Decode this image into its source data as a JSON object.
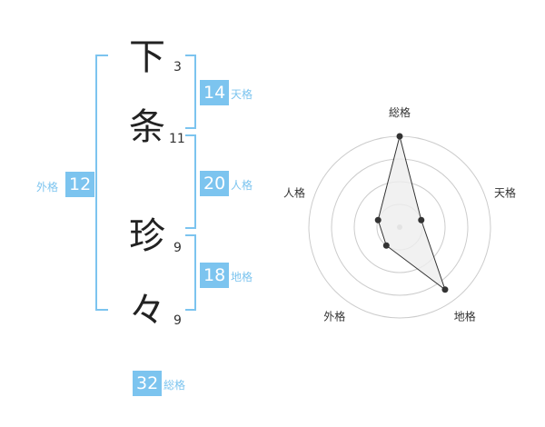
{
  "name": {
    "chars": [
      {
        "char": "下",
        "strokes": "3"
      },
      {
        "char": "条",
        "strokes": "11"
      },
      {
        "char": "珍",
        "strokes": "9"
      },
      {
        "char": "々",
        "strokes": "9"
      }
    ]
  },
  "kaku": {
    "tenkaku": {
      "value": "14",
      "label": "天格"
    },
    "jinkaku": {
      "value": "20",
      "label": "人格"
    },
    "chikaku": {
      "value": "18",
      "label": "地格"
    },
    "gaikaku": {
      "value": "12",
      "label": "外格"
    },
    "soukaku": {
      "value": "32",
      "label": "総格"
    }
  },
  "chart_data": {
    "type": "radar",
    "axes": [
      "総格",
      "天格",
      "地格",
      "外格",
      "人格"
    ],
    "values": [
      1.0,
      0.25,
      0.85,
      0.25,
      0.25
    ],
    "rings": 4,
    "range": [
      0,
      1
    ],
    "colors": {
      "fill": "#eeeeee",
      "line": "#333333",
      "grid": "#cccccc",
      "accent": "#7cc4ef"
    }
  }
}
